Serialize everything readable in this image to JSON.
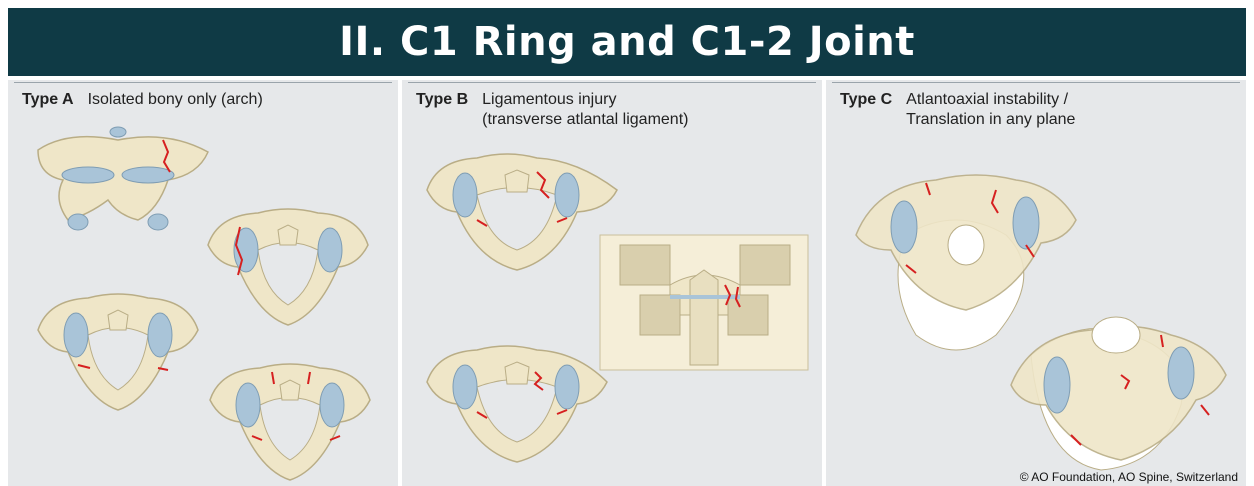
{
  "title": "II. C1 Ring and C1-2 Joint",
  "panels": [
    {
      "label": "Type A",
      "description": "Isolated bony only (arch)"
    },
    {
      "label": "Type B",
      "description": "Ligamentous injury\n(transverse atlantal ligament)"
    },
    {
      "label": "Type C",
      "description": "Atlantoaxial instability /\nTranslation in any plane"
    }
  ],
  "copyright": "© AO Foundation, AO Spine, Switzerland",
  "colors": {
    "banner": "#0f3a45",
    "bone": "#efe6c8",
    "bone_outline": "#b9ad86",
    "cartilage": "#a9c4d8",
    "fracture": "#d62020",
    "ligament": "#d9d9d9"
  },
  "illustrations": [
    {
      "panel": 0,
      "icon": "c1-ring-inclined"
    },
    {
      "panel": 0,
      "icon": "c1-ring-top"
    },
    {
      "panel": 0,
      "icon": "c1-ring-top"
    },
    {
      "panel": 0,
      "icon": "c1-ring-top"
    },
    {
      "panel": 1,
      "icon": "c1-ring-top"
    },
    {
      "panel": 1,
      "icon": "c1-c2-coronal"
    },
    {
      "panel": 1,
      "icon": "c1-ring-top"
    },
    {
      "panel": 2,
      "icon": "c1-c2-translated"
    },
    {
      "panel": 2,
      "icon": "c1-c2-translated"
    }
  ]
}
